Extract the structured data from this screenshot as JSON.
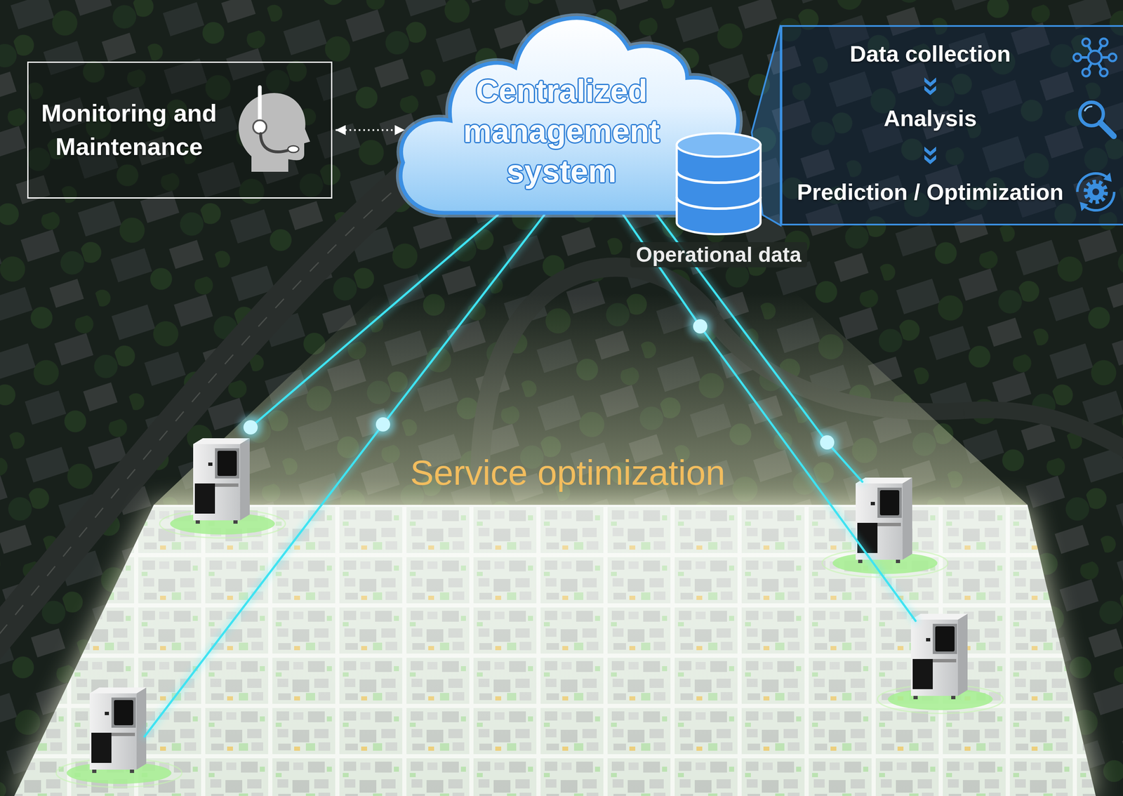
{
  "diagram": {
    "nodes": [
      {
        "text": [
          "Monitoring and Maintenance"
        ]
      },
      {
        "text": [
          "Centralized management system"
        ]
      },
      {
        "text": [
          "Data collection",
          "Analysis",
          "Prediction / Optimization"
        ]
      },
      {
        "text": [
          "Operational data"
        ]
      }
    ],
    "edges": [
      {
        "from": 0,
        "to": 1,
        "arrow": "both"
      }
    ],
    "labels": [
      "Service optimization"
    ]
  }
}
